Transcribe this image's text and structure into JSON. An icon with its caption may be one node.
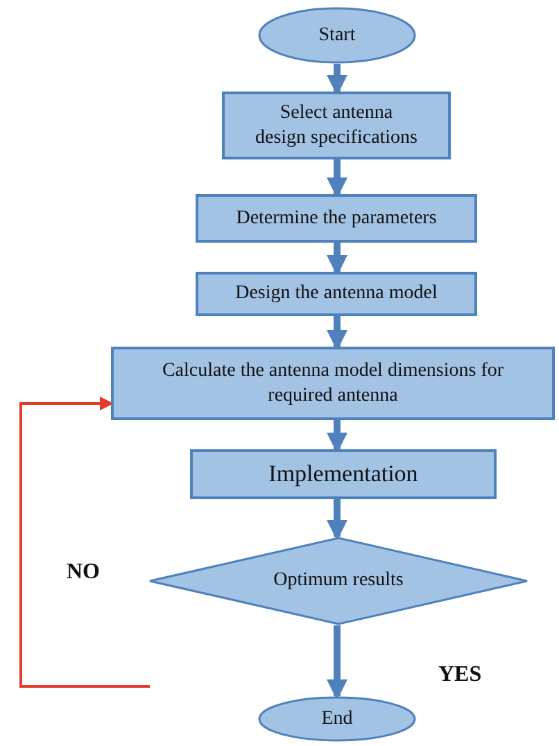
{
  "diagram": {
    "nodes": [
      {
        "text": [
          "Start"
        ]
      },
      {
        "text": [
          "Select antenna design specifications"
        ]
      },
      {
        "text": [
          "Determine the parameters"
        ]
      },
      {
        "text": [
          "Design the antenna model"
        ]
      },
      {
        "text": [
          "Calculate the antenna model dimensions for required antenna"
        ]
      },
      {
        "text": [
          "Implementation"
        ]
      },
      {
        "text": [
          "Optimum results"
        ]
      },
      {
        "text": [
          "End"
        ]
      }
    ],
    "edges": [
      {
        "from": 0,
        "to": 1,
        "arrow": "to"
      },
      {
        "from": 1,
        "to": 2,
        "arrow": "to"
      },
      {
        "from": 2,
        "to": 3,
        "arrow": "to"
      },
      {
        "from": 3,
        "to": 4,
        "arrow": "to"
      },
      {
        "from": 4,
        "to": 5,
        "arrow": "to"
      },
      {
        "from": 5,
        "to": 6,
        "arrow": "to"
      },
      {
        "from": 6,
        "to": 7,
        "arrow": "to"
      },
      {
        "from": null,
        "to": 4,
        "arrow": "to",
        "color": "#e53b2c"
      }
    ],
    "labels": [
      "NO",
      "YES"
    ]
  }
}
